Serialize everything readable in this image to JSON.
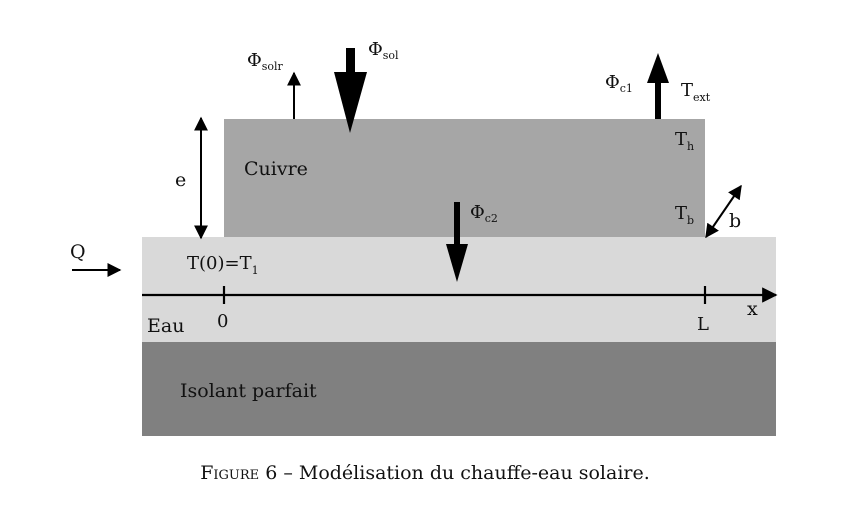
{
  "diagram": {
    "regions": {
      "copper": "Cuivre",
      "water": "Eau",
      "insulator": "Isolant parfait"
    },
    "fluxes": {
      "phi_solr": {
        "symbol": "Φ",
        "sub": "solr"
      },
      "phi_sol": {
        "symbol": "Φ",
        "sub": "sol"
      },
      "phi_c1": {
        "symbol": "Φ",
        "sub": "c1"
      },
      "phi_c2": {
        "symbol": "Φ",
        "sub": "c2"
      }
    },
    "temperatures": {
      "t_ext": {
        "symbol": "T",
        "sub": "ext"
      },
      "t_h": {
        "symbol": "T",
        "sub": "h"
      },
      "t_b": {
        "symbol": "T",
        "sub": "b"
      },
      "t0": {
        "prefix": "T(0)=T",
        "sub": "1"
      }
    },
    "dimensions": {
      "e": "e",
      "b": "b"
    },
    "flow": "Q",
    "axis": {
      "label": "x",
      "origin": "0",
      "end": "L"
    }
  },
  "caption": {
    "figure_label": "Figure 6",
    "text": " – Modélisation du chauffe-eau solaire."
  },
  "colors": {
    "copper": "#a6a6a6",
    "water": "#d9d9d9",
    "insulator": "#808080",
    "ink": "#000000"
  }
}
